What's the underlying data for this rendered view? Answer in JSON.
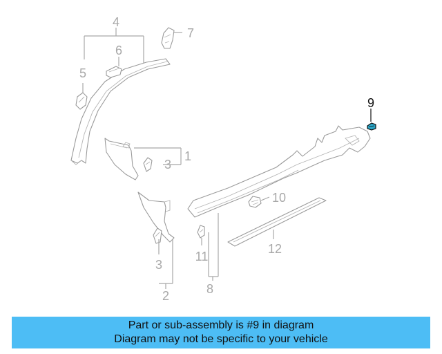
{
  "diagram": {
    "callouts": {
      "c1": "1",
      "c2": "2",
      "c3a": "3",
      "c3b": "3",
      "c4": "4",
      "c5": "5",
      "c6": "6",
      "c7": "7",
      "c8": "8",
      "c9": "9",
      "c10": "10",
      "c11": "11",
      "c12": "12"
    },
    "highlighted_part": "9",
    "colors": {
      "parts": "#9a9a9a",
      "labels": "#a8a8a8",
      "highlight": "#111111",
      "banner": "#4dbdf5"
    }
  },
  "banner": {
    "line1": "Part or sub-assembly is #9 in diagram",
    "line2": "Diagram may not be specific to your vehicle"
  }
}
